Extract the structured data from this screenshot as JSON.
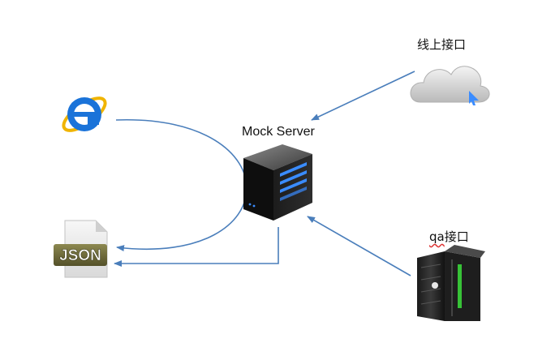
{
  "diagram": {
    "nodes": {
      "browser": {
        "icon": "internet-explorer-icon"
      },
      "json_file": {
        "icon": "json-file-icon",
        "badge": "JSON"
      },
      "mock_server": {
        "icon": "server-icon",
        "label": "Mock Server"
      },
      "online_api": {
        "icon": "cloud-icon",
        "label": "线上接口"
      },
      "qa_api": {
        "icon": "server-rack-icon",
        "label_prefix": "qa",
        "label_suffix": "接口"
      }
    },
    "edges": [
      {
        "from": "online_api",
        "to": "mock_server"
      },
      {
        "from": "qa_api",
        "to": "mock_server"
      },
      {
        "from": "browser",
        "to": "json_file",
        "via": "mock_server"
      },
      {
        "from": "mock_server",
        "to": "json_file"
      }
    ],
    "colors": {
      "arrow": "#4a7ebb",
      "ie_blue": "#1a73d9",
      "ie_ring": "#f0b400",
      "json_badge": "#6d6a3a",
      "led_blue": "#3a8cff",
      "led_green": "#3ad43a"
    }
  }
}
